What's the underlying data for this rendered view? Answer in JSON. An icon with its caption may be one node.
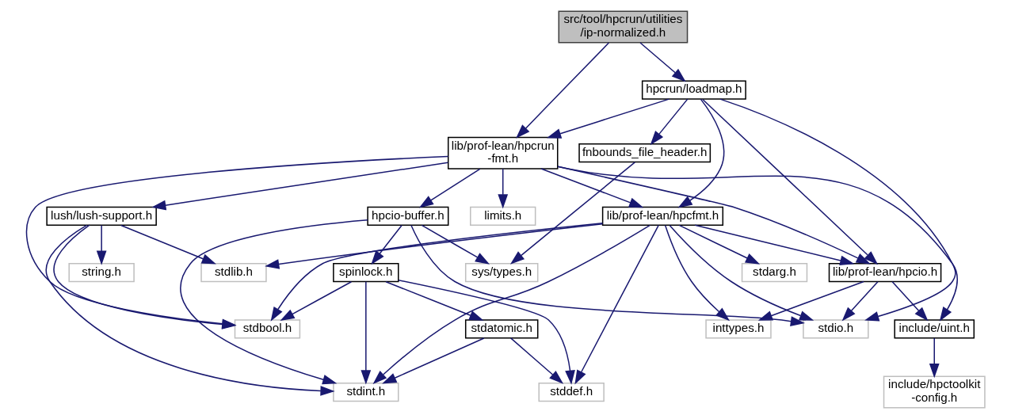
{
  "diagram": {
    "nodes": [
      {
        "text": [
          "src/tool/hpcrun/utilities /ip-normalized.h"
        ]
      },
      {
        "text": [
          "hpcrun/loadmap.h"
        ]
      },
      {
        "text": [
          "lib/prof-lean/hpcrun -fmt.h"
        ]
      },
      {
        "text": [
          "fnbounds_file_header.h"
        ]
      },
      {
        "text": [
          "lib/prof-lean/hpcfmt.h"
        ]
      },
      {
        "text": [
          "lush/lush-support.h"
        ]
      },
      {
        "text": [
          "limits.h"
        ]
      },
      {
        "text": [
          "hpcio-buffer.h"
        ]
      },
      {
        "text": [
          "lib/prof-lean/hpcio.h"
        ]
      },
      {
        "text": [
          "stdarg.h"
        ]
      },
      {
        "text": [
          "stdlib.h"
        ]
      },
      {
        "text": [
          "string.h"
        ]
      },
      {
        "text": [
          "sys/types.h"
        ]
      },
      {
        "text": [
          "spinlock.h"
        ]
      },
      {
        "text": [
          "inttypes.h"
        ]
      },
      {
        "text": [
          "stdio.h"
        ]
      },
      {
        "text": [
          "include/uint.h"
        ]
      },
      {
        "text": [
          "stdbool.h"
        ]
      },
      {
        "text": [
          "stdatomic.h"
        ]
      },
      {
        "text": [
          "include/hpctoolkit -config.h"
        ]
      },
      {
        "text": [
          "stdint.h"
        ]
      },
      {
        "text": [
          "stddef.h"
        ]
      }
    ],
    "edges": [
      {
        "from": 0,
        "to": 1,
        "arrow": "to"
      },
      {
        "from": 0,
        "to": 2,
        "arrow": "to"
      },
      {
        "from": 1,
        "to": 2,
        "arrow": "to"
      },
      {
        "from": 1,
        "to": 3,
        "arrow": "to"
      },
      {
        "from": 1,
        "to": 4,
        "arrow": "to"
      },
      {
        "from": 1,
        "to": 8,
        "arrow": "to"
      },
      {
        "from": 1,
        "to": 15,
        "arrow": "to"
      },
      {
        "from": 2,
        "to": 4,
        "arrow": "to"
      },
      {
        "from": 2,
        "to": 8,
        "arrow": "to"
      },
      {
        "from": 2,
        "to": 16,
        "arrow": "to"
      },
      {
        "from": 2,
        "to": 5,
        "arrow": "to"
      },
      {
        "from": 2,
        "to": 6,
        "arrow": "to"
      },
      {
        "from": 2,
        "to": 7,
        "arrow": "to"
      },
      {
        "from": 2,
        "to": 17,
        "arrow": "to"
      },
      {
        "from": 3,
        "to": 12,
        "arrow": "to"
      },
      {
        "from": 4,
        "to": 14,
        "arrow": "to"
      },
      {
        "from": 4,
        "to": 8,
        "arrow": "to"
      },
      {
        "from": 4,
        "to": 9,
        "arrow": "to"
      },
      {
        "from": 4,
        "to": 15,
        "arrow": "to"
      },
      {
        "from": 4,
        "to": 10,
        "arrow": "to"
      },
      {
        "from": 4,
        "to": 17,
        "arrow": "to"
      },
      {
        "from": 4,
        "to": 20,
        "arrow": "to"
      },
      {
        "from": 4,
        "to": 21,
        "arrow": "to"
      },
      {
        "from": 5,
        "to": 10,
        "arrow": "to"
      },
      {
        "from": 5,
        "to": 11,
        "arrow": "to"
      },
      {
        "from": 5,
        "to": 17,
        "arrow": "to"
      },
      {
        "from": 5,
        "to": 20,
        "arrow": "to"
      },
      {
        "from": 7,
        "to": 12,
        "arrow": "to"
      },
      {
        "from": 7,
        "to": 13,
        "arrow": "to"
      },
      {
        "from": 7,
        "to": 15,
        "arrow": "to"
      },
      {
        "from": 7,
        "to": 20,
        "arrow": "to"
      },
      {
        "from": 8,
        "to": 14,
        "arrow": "to"
      },
      {
        "from": 8,
        "to": 15,
        "arrow": "to"
      },
      {
        "from": 8,
        "to": 16,
        "arrow": "to"
      },
      {
        "from": 16,
        "to": 19,
        "arrow": "to"
      },
      {
        "from": 13,
        "to": 17,
        "arrow": "to"
      },
      {
        "from": 13,
        "to": 18,
        "arrow": "to"
      },
      {
        "from": 13,
        "to": 20,
        "arrow": "to"
      },
      {
        "from": 13,
        "to": 21,
        "arrow": "to"
      },
      {
        "from": 18,
        "to": 20,
        "arrow": "to"
      },
      {
        "from": 18,
        "to": 21,
        "arrow": "to"
      }
    ]
  }
}
